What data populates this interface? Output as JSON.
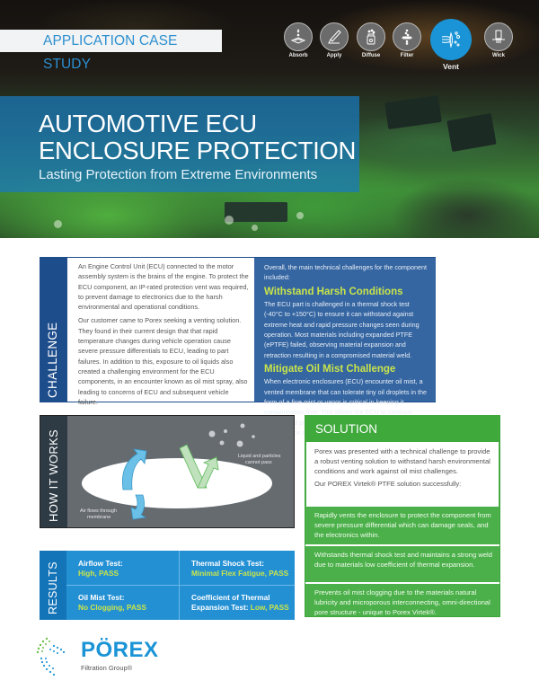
{
  "header": {
    "case_label": "APPLICATION CASE STUDY",
    "title_line1": "AUTOMOTIVE ECU",
    "title_line2": "ENCLOSURE PROTECTION",
    "subtitle": "Lasting Protection from Extreme Environments"
  },
  "capability_icons": [
    {
      "label": "Absorb",
      "icon": "absorb-icon",
      "active": false
    },
    {
      "label": "Apply",
      "icon": "apply-icon",
      "active": false
    },
    {
      "label": "Diffuse",
      "icon": "diffuse-icon",
      "active": false
    },
    {
      "label": "Filter",
      "icon": "filter-icon",
      "active": false
    },
    {
      "label": "Vent",
      "icon": "vent-icon",
      "active": true
    },
    {
      "label": "Wick",
      "icon": "wick-icon",
      "active": false
    }
  ],
  "challenge": {
    "side_label": "CHALLENGE",
    "left_paragraphs": [
      "An Engine Control Unit (ECU) connected to the motor assembly system is the brains of the engine. To protect the ECU component, an IP-rated protection vent was required, to prevent damage to electronics due to the harsh environmental and operational conditions.",
      "Our customer came to Porex seeking a venting solution. They found in their current design that that rapid temperature changes during vehicle operation cause severe pressure differentials to ECU, leading to part failures. In addition to this, exposure to oil liquids also created a challenging environment for the ECU components, in an encounter known as oil mist spray, also leading to concerns of ECU and subsequent vehicle failure."
    ],
    "right_intro": "Overall, the main technical challenges for the component included:",
    "items": [
      {
        "heading": "Withstand Harsh Conditions",
        "body": "The ECU part is challenged in a thermal shock test (-40°C to +150°C) to ensure it can withstand against extreme heat and rapid pressure changes seen during operation. Most materials including expanded PTFE (ePTFE) failed, observing material expansion and retraction resulting in a compromised material weld."
      },
      {
        "heading": "Mitigate Oil Mist Challenge",
        "body": "When electronic enclosures (ECU) encounter oil mist, a vented membrane that can tolerate tiny oil droplets in the form of a fine mist or vapor is critical in keeping it contamination free. This allows the ECU to continue venting and pressure equalizing, ensuring its continued performance and reliability."
      }
    ]
  },
  "how_it_works": {
    "side_label": "HOW IT WORKS",
    "air_label_1": "Air flows through",
    "air_label_2": "membrane",
    "liquid_label_1": "Liquid and particles",
    "liquid_label_2": "cannot pass"
  },
  "results": {
    "side_label": "RESULTS",
    "cells": [
      {
        "label": "Airflow Test:",
        "value": "High, PASS"
      },
      {
        "label": "Thermal Shock Test:",
        "value": "Minimal Flex Fatigue, PASS"
      },
      {
        "label": "Oil Mist Test:",
        "value": "No Clogging, PASS"
      },
      {
        "label": "Coefficient of Thermal",
        "label2": "Expansion Test:",
        "value": "Low, PASS"
      }
    ]
  },
  "solution": {
    "heading": "SOLUTION",
    "intro": "Porex was presented with a technical challenge to provide a robust venting solution to withstand harsh environmental conditions and work against oil mist challenges.",
    "lead": "Our POREX Virtek® PTFE solution successfully:",
    "items": [
      "Rapidly vents the enclosure to protect the component from severe pressure differential which can damage seals, and the electronics within.",
      "Withstands thermal shock test and maintains a strong weld due to materials low coefficient of thermal expansion.",
      "Prevents oil mist clogging due to the materials natural lubricity and microporous interconnecting, omni-directional pore structure - unique to Porex Virtek®."
    ]
  },
  "footer": {
    "brand": "PÖREX",
    "tagline": "Filtration Group®"
  },
  "colors": {
    "brand_blue": "#1a94d6",
    "challenge_navy": "#1e4d8c",
    "challenge_panel": "#3566a2",
    "accent_lime": "#c9e44a",
    "solution_green": "#4bb04a",
    "how_gray": "#666b70",
    "results_blue": "#2490d4"
  }
}
